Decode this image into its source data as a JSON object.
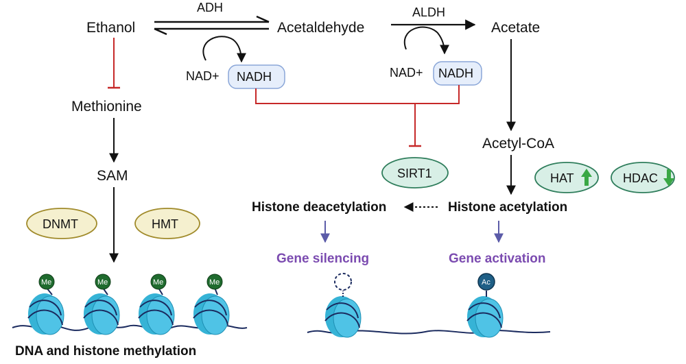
{
  "labels": {
    "ethanol": "Ethanol",
    "acetaldehyde": "Acetaldehyde",
    "acetate": "Acetate",
    "adh": "ADH",
    "aldh": "ALDH",
    "nad_left": "NAD+",
    "nadh_left": "NADH",
    "nad_right": "NAD+",
    "nadh_right": "NADH",
    "methionine": "Methionine",
    "sam": "SAM",
    "acetyl_coa": "Acetyl-CoA",
    "sirt1": "SIRT1",
    "hat": "HAT",
    "hdac": "HDAC",
    "dnmt": "DNMT",
    "hmt": "HMT",
    "histone_deacetylation": "Histone deacetylation",
    "histone_acetylation": "Histone acetylation",
    "gene_silencing": "Gene silencing",
    "gene_activation": "Gene activation",
    "dna_histone_methylation": "DNA and histone methylation",
    "me": "Me",
    "ac": "Ac"
  },
  "colors": {
    "arrow": "#111111",
    "inhibit": "#c62828",
    "down_arrow_purple": "#5b5ba8",
    "gene_text": "#7b4bb0",
    "nadh_fill": "#e6eefb",
    "nadh_stroke": "#8aa6d8",
    "teal_fill": "#d8efe6",
    "teal_stroke": "#2e7d5b",
    "yellow_fill": "#f5f0cf",
    "yellow_stroke": "#a08a2a",
    "up_green": "#3aa845",
    "nucleosome": "#36b3d6",
    "dna": "#1a2a5e",
    "me_badge": "#1f6b2e",
    "ac_badge": "#1f5f86"
  },
  "icons": {
    "hat_indicator": "up-arrow-icon",
    "hdac_indicator": "down-arrow-icon",
    "nucleosome": "nucleosome-icon"
  }
}
